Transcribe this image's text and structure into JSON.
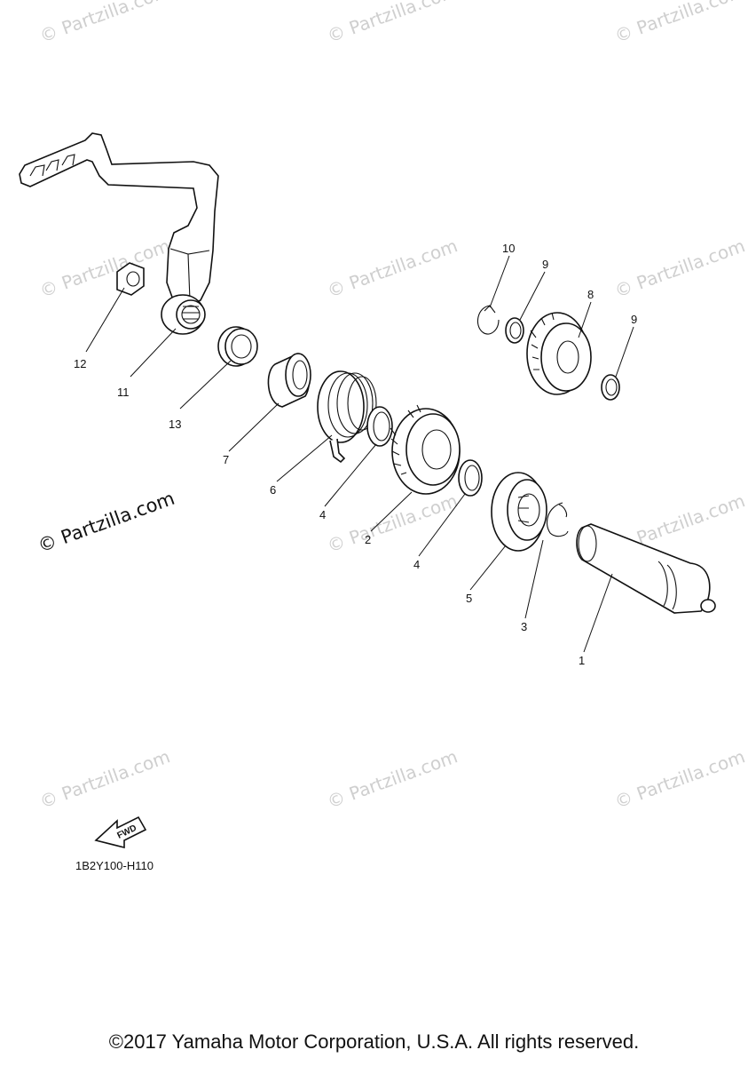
{
  "watermarks": [
    "© Partzilla.com",
    "© Partzilla.com",
    "© Partzilla.com",
    "© Partzilla.com",
    "© Partzilla.com",
    "© Partzilla.com",
    "© Partzilla.com",
    "© Partzilla.com",
    "© Partzilla.com",
    "© Partzilla.com",
    "© Partzilla.com"
  ],
  "watermark_main": "© Partzilla.com",
  "callouts": [
    "1",
    "2",
    "3",
    "4",
    "4",
    "5",
    "6",
    "7",
    "8",
    "9",
    "9",
    "10",
    "11",
    "12",
    "13"
  ],
  "fwd_label": "FWD",
  "diagram_code": "1B2Y100-H110",
  "copyright": "©2017 Yamaha Motor Corporation, U.S.A. All rights reserved."
}
